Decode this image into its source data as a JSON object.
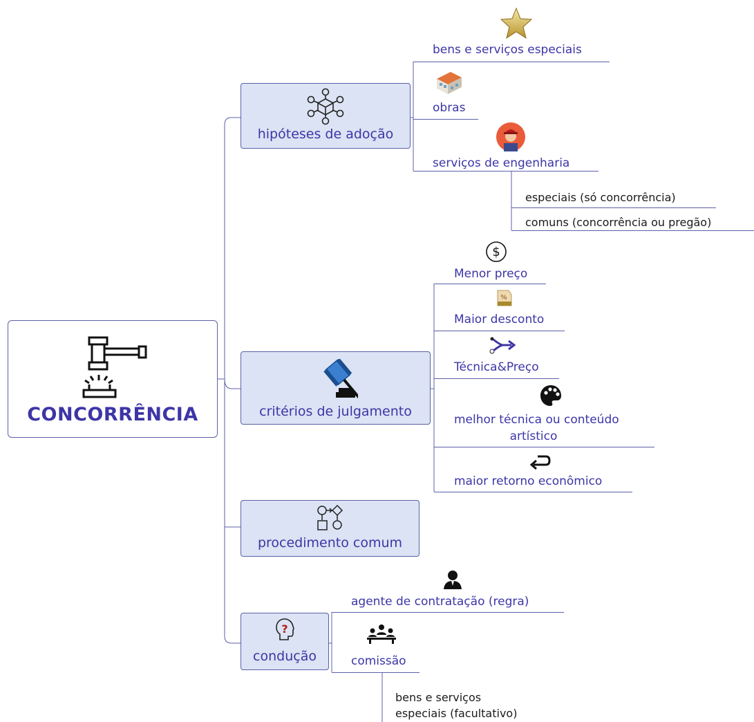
{
  "root": {
    "title": "CONCORRÊNCIA",
    "icon": "gavel-judgement-icon"
  },
  "branches": {
    "hipoteses": {
      "label": "hipóteses de adoção",
      "icon": "network-cube-icon",
      "leaves": {
        "bens": {
          "label": "bens e serviços especiais",
          "icon": "star-icon"
        },
        "obras": {
          "label": "obras",
          "icon": "building-icon"
        },
        "servicos": {
          "label": "serviços de engenharia",
          "icon": "engineer-avatar-icon",
          "subitems": [
            "especiais (só concorrência)",
            "comuns (concorrência ou pregão)"
          ]
        }
      }
    },
    "criterios": {
      "label": "critérios de julgamento",
      "icon": "auction-gavel-icon",
      "leaves": {
        "menor_preco": {
          "label": "Menor preço",
          "icon": "dollar-circle-icon"
        },
        "maior_desconto": {
          "label": "Maior desconto",
          "icon": "discount-tag-icon"
        },
        "tecnica_preco": {
          "label": "Técnica&Preço",
          "icon": "merge-arrow-icon"
        },
        "melhor_tecnica": {
          "label_line1": "melhor técnica ou conteúdo",
          "label_line2": "artístico",
          "icon": "palette-icon"
        },
        "maior_retorno": {
          "label": "maior retorno econômico",
          "icon": "return-arrow-icon"
        }
      }
    },
    "procedimento": {
      "label": "procedimento comum",
      "icon": "flowchart-shapes-icon"
    },
    "conducao": {
      "label": "condução",
      "icon": "question-head-icon",
      "leaves": {
        "agente": {
          "label": "agente de contratação (regra)",
          "icon": "person-icon"
        },
        "comissao": {
          "label": "comissão",
          "icon": "group-meeting-icon",
          "subitems": {
            "line1": "bens e serviços",
            "line2": "especiais (facultativo)"
          }
        }
      }
    }
  },
  "colors": {
    "node_fill": "#dbe3f4",
    "node_border": "#5b5fa8",
    "text_purple": "#3d35a6",
    "root_title": "#3d35a6"
  }
}
